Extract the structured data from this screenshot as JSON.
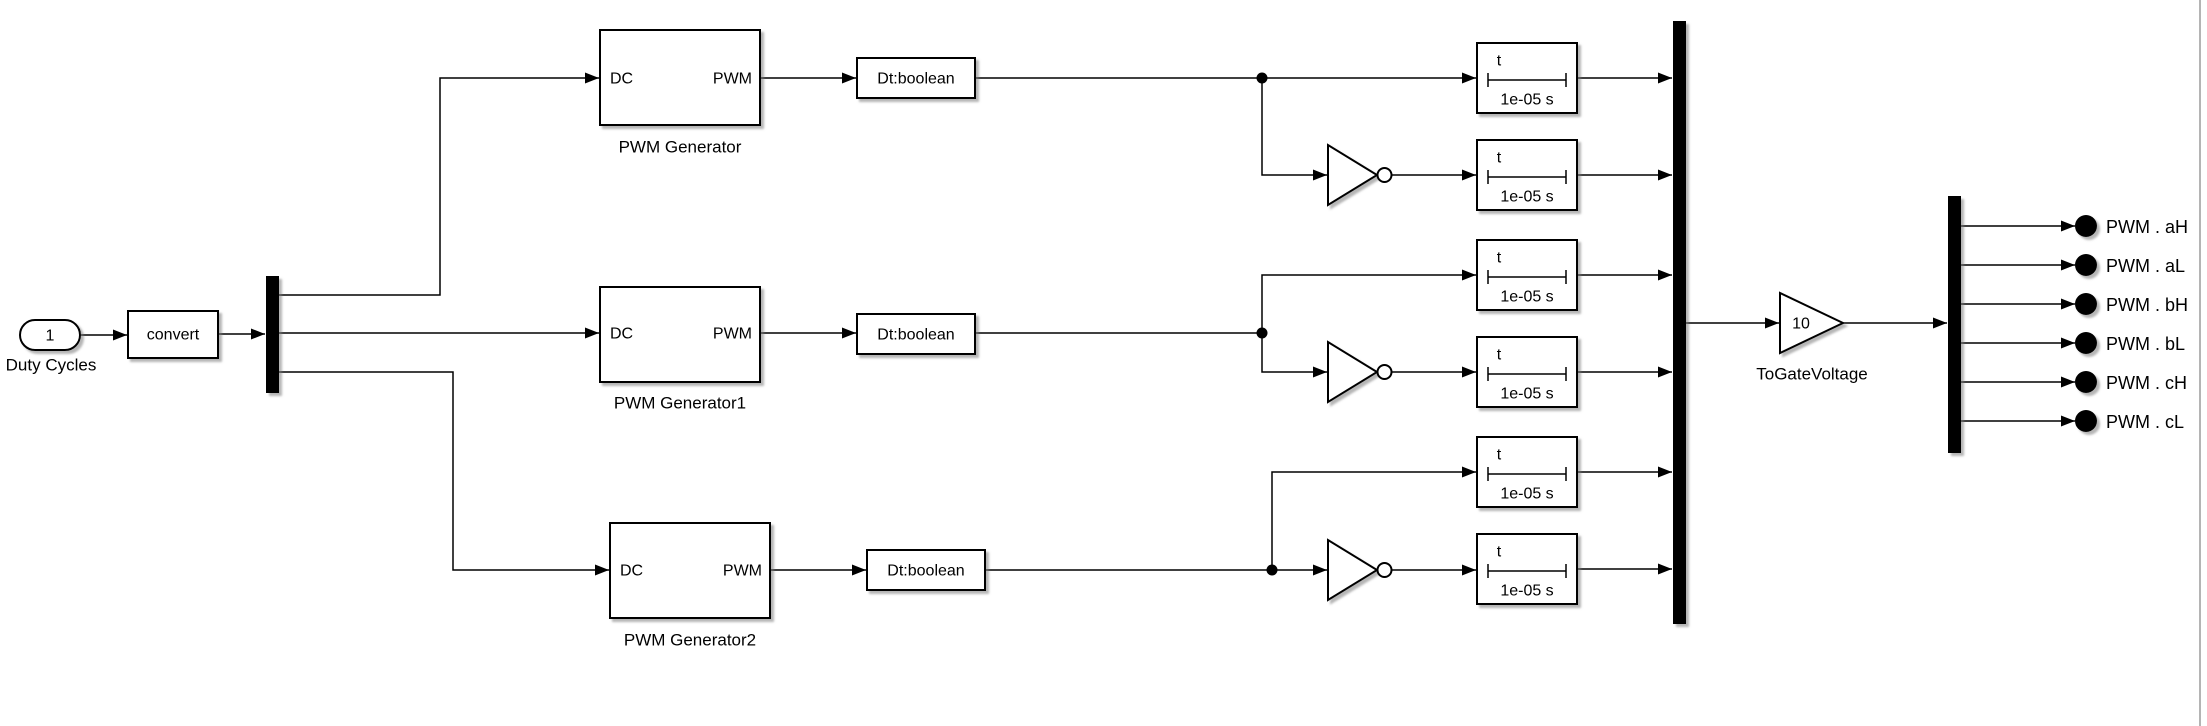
{
  "inport": {
    "number": "1",
    "label": "Duty Cycles"
  },
  "convert": {
    "label": "convert"
  },
  "pwm_generators": [
    {
      "label": "PWM Generator",
      "input_port": "DC",
      "output_port": "PWM"
    },
    {
      "label": "PWM Generator1",
      "input_port": "DC",
      "output_port": "PWM"
    },
    {
      "label": "PWM Generator2",
      "input_port": "DC",
      "output_port": "PWM"
    }
  ],
  "data_type_conversions": [
    {
      "label": "Dt:boolean"
    },
    {
      "label": "Dt:boolean"
    },
    {
      "label": "Dt:boolean"
    }
  ],
  "transport_delays": [
    {
      "param": "t",
      "time": "1e-05 s"
    },
    {
      "param": "t",
      "time": "1e-05 s"
    },
    {
      "param": "t",
      "time": "1e-05 s"
    },
    {
      "param": "t",
      "time": "1e-05 s"
    },
    {
      "param": "t",
      "time": "1e-05 s"
    },
    {
      "param": "t",
      "time": "1e-05 s"
    }
  ],
  "gain": {
    "value": "10",
    "label": "ToGateVoltage"
  },
  "outputs": [
    {
      "label": "PWM . aH"
    },
    {
      "label": "PWM . aL"
    },
    {
      "label": "PWM . bH"
    },
    {
      "label": "PWM . bL"
    },
    {
      "label": "PWM . cH"
    },
    {
      "label": "PWM . cL"
    }
  ],
  "colors": {
    "wire": "#000000",
    "block_fill": "#ffffff",
    "shadow": "#7a7a7a",
    "canvas_edge": "#b4b4b4"
  }
}
